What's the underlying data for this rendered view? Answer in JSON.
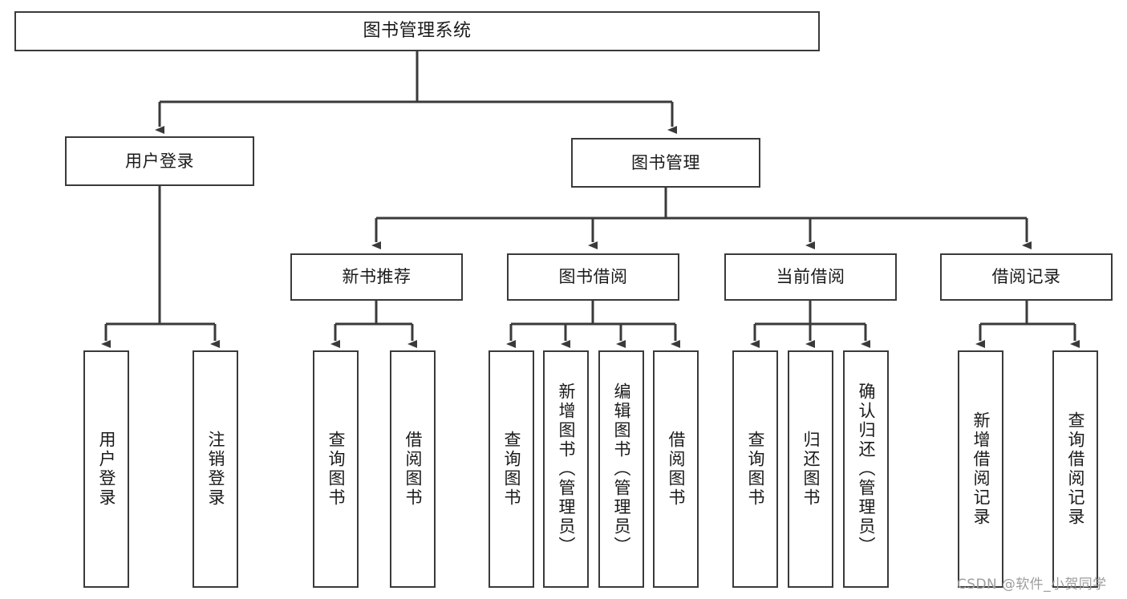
{
  "diagram": {
    "title": "图书管理系统",
    "type": "tree-hierarchy-diagram",
    "colors": {
      "box_border": "#3a3a3a",
      "box_fill": "#ffffff",
      "connector": "#3a3a3a",
      "text": "#1a1a1a",
      "watermark": "#9d9d9d",
      "background": "#ffffff"
    },
    "root": {
      "label": "图书管理系统"
    },
    "level2": [
      {
        "label": "用户登录"
      },
      {
        "label": "图书管理"
      }
    ],
    "level3": [
      {
        "label": "新书推荐"
      },
      {
        "label": "图书借阅"
      },
      {
        "label": "当前借阅"
      },
      {
        "label": "借阅记录"
      }
    ],
    "leaves": {
      "user_login": [
        {
          "label": "用户登录"
        },
        {
          "label": "注销登录"
        }
      ],
      "new_book_recommend": [
        {
          "label": "查询图书"
        },
        {
          "label": "借阅图书"
        }
      ],
      "book_borrow": [
        {
          "label": "查询图书"
        },
        {
          "label": "新增图书（管理员）"
        },
        {
          "label": "编辑图书（管理员）"
        },
        {
          "label": "借阅图书"
        }
      ],
      "current_borrow": [
        {
          "label": "查询图书"
        },
        {
          "label": "归还图书"
        },
        {
          "label": "确认归还（管理员）"
        }
      ],
      "borrow_records": [
        {
          "label": "新增借阅记录"
        },
        {
          "label": "查询借阅记录"
        }
      ]
    }
  },
  "watermark": {
    "text": "CSDN @软件_小贺同学"
  }
}
